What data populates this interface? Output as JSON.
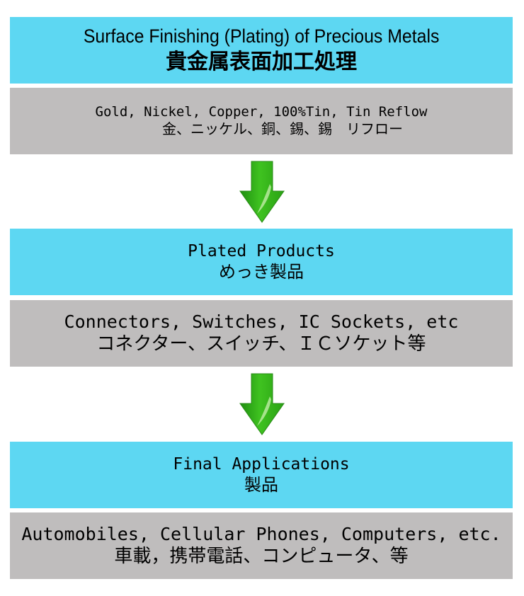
{
  "stage1": {
    "header_en": "Surface Finishing (Plating) of Precious Metals",
    "header_jp": "貴金属表面加工処理",
    "detail_en": "Gold, Nickel, Copper, 100%Tin, Tin Reflow",
    "detail_jp": "金、ニッケル、銅、錫、錫　リフロー"
  },
  "stage2": {
    "header_en": "Plated Products",
    "header_jp": "めっき製品",
    "detail_en": "Connectors, Switches, IC Sockets, etc",
    "detail_jp": "コネクター、スイッチ、ＩＣソケット等"
  },
  "stage3": {
    "header_en": "Final Applications",
    "header_jp": "製品",
    "detail_en": "Automobiles, Cellular Phones, Computers, etc.",
    "detail_jp": "車載，携帯電話、コンピュータ、等"
  },
  "colors": {
    "header_bg": "#5dd7f2",
    "detail_bg": "#bfbdbd",
    "arrow_green": "#3db81f"
  },
  "icons": {
    "flow_arrow": "down-arrow-icon"
  }
}
